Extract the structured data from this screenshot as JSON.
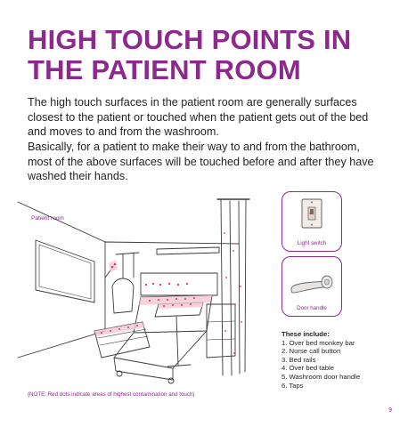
{
  "title": {
    "line1": "HIGH TOUCH POINTS IN",
    "line2": "THE PATIENT ROOM"
  },
  "paragraphs": [
    "The high touch surfaces in the patient room are generally surfaces closest to the patient or touched when the patient gets out of the bed and moves to and from the washroom.",
    "Basically, for a patient to make their way to and from the bathroom, most of the above surfaces will be touched before and after they have washed their hands."
  ],
  "illustration": {
    "label": "Patient room"
  },
  "thumbnails": [
    {
      "caption": "Light switch",
      "icon": "light-switch-icon"
    },
    {
      "caption": "Door handle",
      "icon": "door-handle-icon"
    }
  ],
  "includes": {
    "heading": "These include:",
    "items": [
      "1. Over bed monkey bar",
      "2. Nurse call button",
      "3. Bed rails",
      "4. Over bed table",
      "5. Washroom door handle",
      "6. Taps"
    ]
  },
  "note": "(NOTE: Red dots indicate areas of highest contamination and touch)",
  "page_number": "9",
  "colors": {
    "accent": "#8b2a8c",
    "text": "#231f20",
    "contamination_dot": "#e0314b"
  }
}
